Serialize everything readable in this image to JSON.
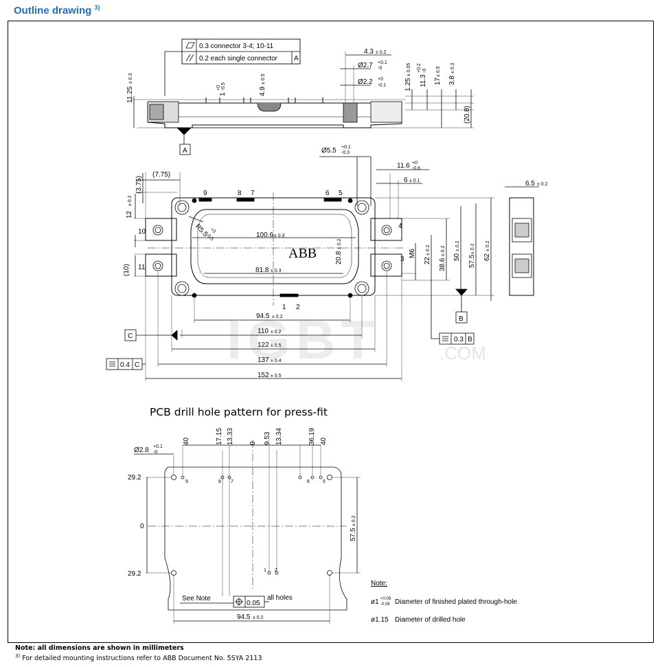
{
  "heading": {
    "title": "Outline drawing",
    "footnote_ref": "3)"
  },
  "top_view": {
    "tolerance_box": {
      "row1_value": "0.3 connector 3-4; 10-11",
      "row2_value": "0.2 each single connector",
      "row2_datum": "A"
    },
    "datum_a": "A",
    "dims": {
      "d1": "11.25",
      "d1_tol": "± 0.3",
      "d2": "1",
      "d2_tol_up": "+0",
      "d2_tol_dn": "-0.5",
      "d3": "4.9",
      "d3_tol": "± 0.5",
      "d4": "4.3",
      "d4_tol": "± 0.2",
      "d5": "Ø2.7",
      "d5_tol_up": "+0.1",
      "d5_tol_dn": "-0",
      "d6": "Ø2.2",
      "d6_tol_up": "+0",
      "d6_tol_dn": "-0.1",
      "d7": "1.25",
      "d7_tol": "± 0.05",
      "d8": "11.3",
      "d8_tol_up": "+0.2",
      "d8_tol_dn": "-0",
      "d9": "17",
      "d9_tol": "± 0.5",
      "d10": "3.8",
      "d10_tol": "± 0.3",
      "d11": "(20.8)"
    }
  },
  "plan_view": {
    "dims": {
      "hole": "Ø5.5",
      "hole_tol_up": "+0.1",
      "hole_tol_dn": "-0.3",
      "w116": "11.6",
      "w116_tol_up": "+0",
      "w116_tol_dn": "-0.6",
      "w6": "6",
      "w6_tol": "± 0.1",
      "l775": "(7.75)",
      "l375": "(3.75)",
      "l12": "12",
      "l12_tol": "± 0.2",
      "r55": "R5.5",
      "r55_tol_up": "+0",
      "r55_tol_dn": "-0.5",
      "l1006": "100.6",
      "l1006_tol": "± 0.3",
      "l818": "81.8",
      "l818_tol": "± 0.3",
      "l208": "20.8",
      "l208_tol": "± 0.2",
      "m6": "M6",
      "l22": "22",
      "l22_tol": "± 0.2",
      "l386": "38.6",
      "l386_tol": "± 0.2",
      "l50": "50",
      "l50_tol": "± 0.2",
      "l575": "57.5",
      "l575_tol": "± 0.2",
      "l62": "62",
      "l62_tol": "± 0.2",
      "l65": "6.5",
      "l65_tol": "± 0.2",
      "l10": "(10)",
      "l945": "94.5",
      "l945_tol": "± 0.2",
      "l110": "110",
      "l110_tol": "± 0.2",
      "l122": "122",
      "l122_tol": "± 0.5",
      "l137": "137",
      "l137_tol": "± 0.4",
      "l152": "152",
      "l152_tol": "± 0.5"
    },
    "pins": {
      "p1": "1",
      "p2": "2",
      "p3": "3",
      "p4": "4",
      "p5": "5",
      "p6": "6",
      "p7": "7",
      "p8": "8",
      "p9": "9",
      "p10": "10",
      "p11": "11"
    },
    "logo": "ABB",
    "datum_b": "B",
    "datum_c": "C",
    "flat_b_value": "0.3",
    "flat_b_datum": "B",
    "flat_c_value": "0.4",
    "flat_c_datum": "C"
  },
  "watermark": {
    "brand": "IGBT",
    "suffix": ".COM"
  },
  "pcb": {
    "title": "PCB drill hole pattern for press-fit",
    "hole_dia": "Ø2.8",
    "hole_tol_up": "+0.1",
    "hole_tol_dn": "-0",
    "x40a": "40",
    "x1715": "17.15",
    "x1333": "13.33",
    "x0": "0",
    "x953": "9.53",
    "x1334": "13.34",
    "x3619": "36.19",
    "x40b": "40",
    "y292a": "29.2",
    "y0": "0",
    "y292b": "29.2",
    "y575": "57.5",
    "y575_tol": "± 0.2",
    "see_note": "See Note",
    "pos_tol": "0.05",
    "all_holes": "all holes",
    "w945": "94.5",
    "w945_tol": "± 0.2",
    "pins": {
      "p1": "1",
      "p2": "2",
      "p5": "5",
      "p6": "6",
      "p7": "7",
      "p8": "8",
      "p9": "9"
    }
  },
  "note": {
    "label": "Note:",
    "line1_val": "ø1",
    "line1_tol_up": "+0.09",
    "line1_tol_dn": "-0.06",
    "line1_text": "Diameter of finished plated through-hole",
    "line2_val": "ø1.15",
    "line2_text": "Diameter of drilled hole"
  },
  "footer": {
    "line1": "Note: all dimensions are shown in millimeters",
    "line2_ref": "3)",
    "line2": "For detailed mounting instructions refer to ABB Document No. 5SYA 2113"
  }
}
